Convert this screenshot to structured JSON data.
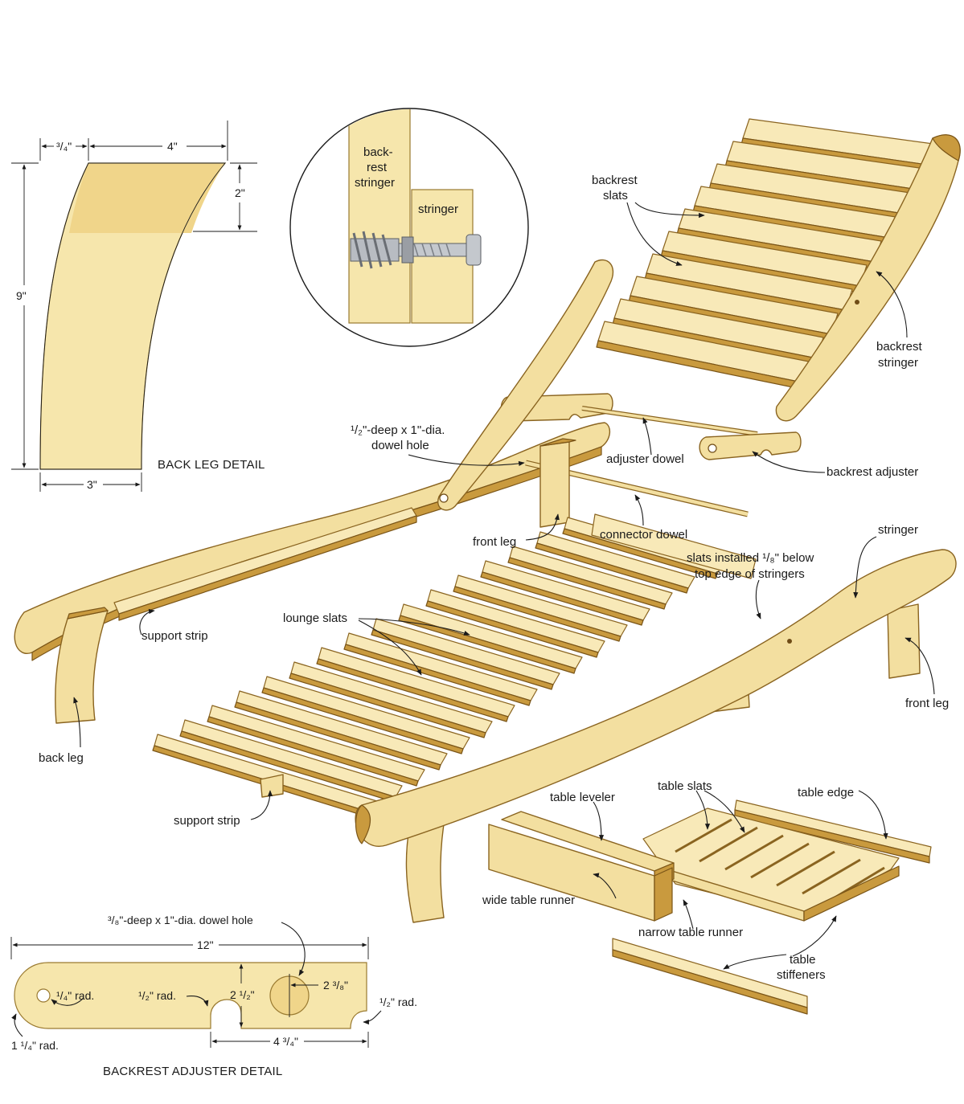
{
  "colors": {
    "wood_face": "#f3dfa0",
    "wood_edge": "#c99a3e",
    "wood_dark": "#b47f2b",
    "line": "#1a1a1a",
    "background": "#ffffff"
  },
  "back_leg_detail": {
    "title": "BACK LEG DETAIL",
    "dim_top_small": "³/₄\"",
    "dim_top": "4\"",
    "dim_right": "2\"",
    "dim_height": "9\"",
    "dim_bottom": "3\""
  },
  "inset": {
    "backrest_stringer_line1": "back-",
    "backrest_stringer_line2": "rest",
    "backrest_stringer_line3": "stringer",
    "stringer": "stringer"
  },
  "labels": {
    "backrest_slats_1": "backrest",
    "backrest_slats_2": "slats",
    "backrest_stringer_1": "backrest",
    "backrest_stringer_2": "stringer",
    "dowel_hole_1": "¹/₂\"-deep x 1\"-dia.",
    "dowel_hole_2": "dowel hole",
    "adjuster_dowel": "adjuster dowel",
    "backrest_adjuster": "backrest adjuster",
    "front_leg_upper": "front leg",
    "connector_dowel": "connector dowel",
    "stringer": "stringer",
    "slats_installed_1": "slats installed ¹/₈\" below",
    "slats_installed_2": "top edge of stringers",
    "lounge_slats": "lounge slats",
    "support_strip_upper": "support strip",
    "front_leg_right": "front leg",
    "back_leg": "back leg",
    "support_strip_lower": "support strip",
    "table_leveler": "table leveler",
    "table_slats": "table slats",
    "table_edge": "table edge",
    "wide_table_runner": "wide table runner",
    "narrow_table_runner": "narrow table runner",
    "table_stiffeners_1": "table",
    "table_stiffeners_2": "stiffeners"
  },
  "adjuster_detail": {
    "title": "BACKREST ADJUSTER DETAIL",
    "dowel_hole": "³/₈\"-deep x 1\"-dia. dowel hole",
    "dim_length": "12\"",
    "dim_quarter_rad": "¹/₄\" rad.",
    "dim_half_rad_left": "¹/₂\" rad.",
    "dim_height": "2 ¹/₂\"",
    "dim_hole_offset": "2 ³/₈\"",
    "dim_half_rad_right": "¹/₂\" rad.",
    "dim_end_rad": "1 ¹/₄\" rad.",
    "dim_notch_span": "4 ³/₄\""
  }
}
